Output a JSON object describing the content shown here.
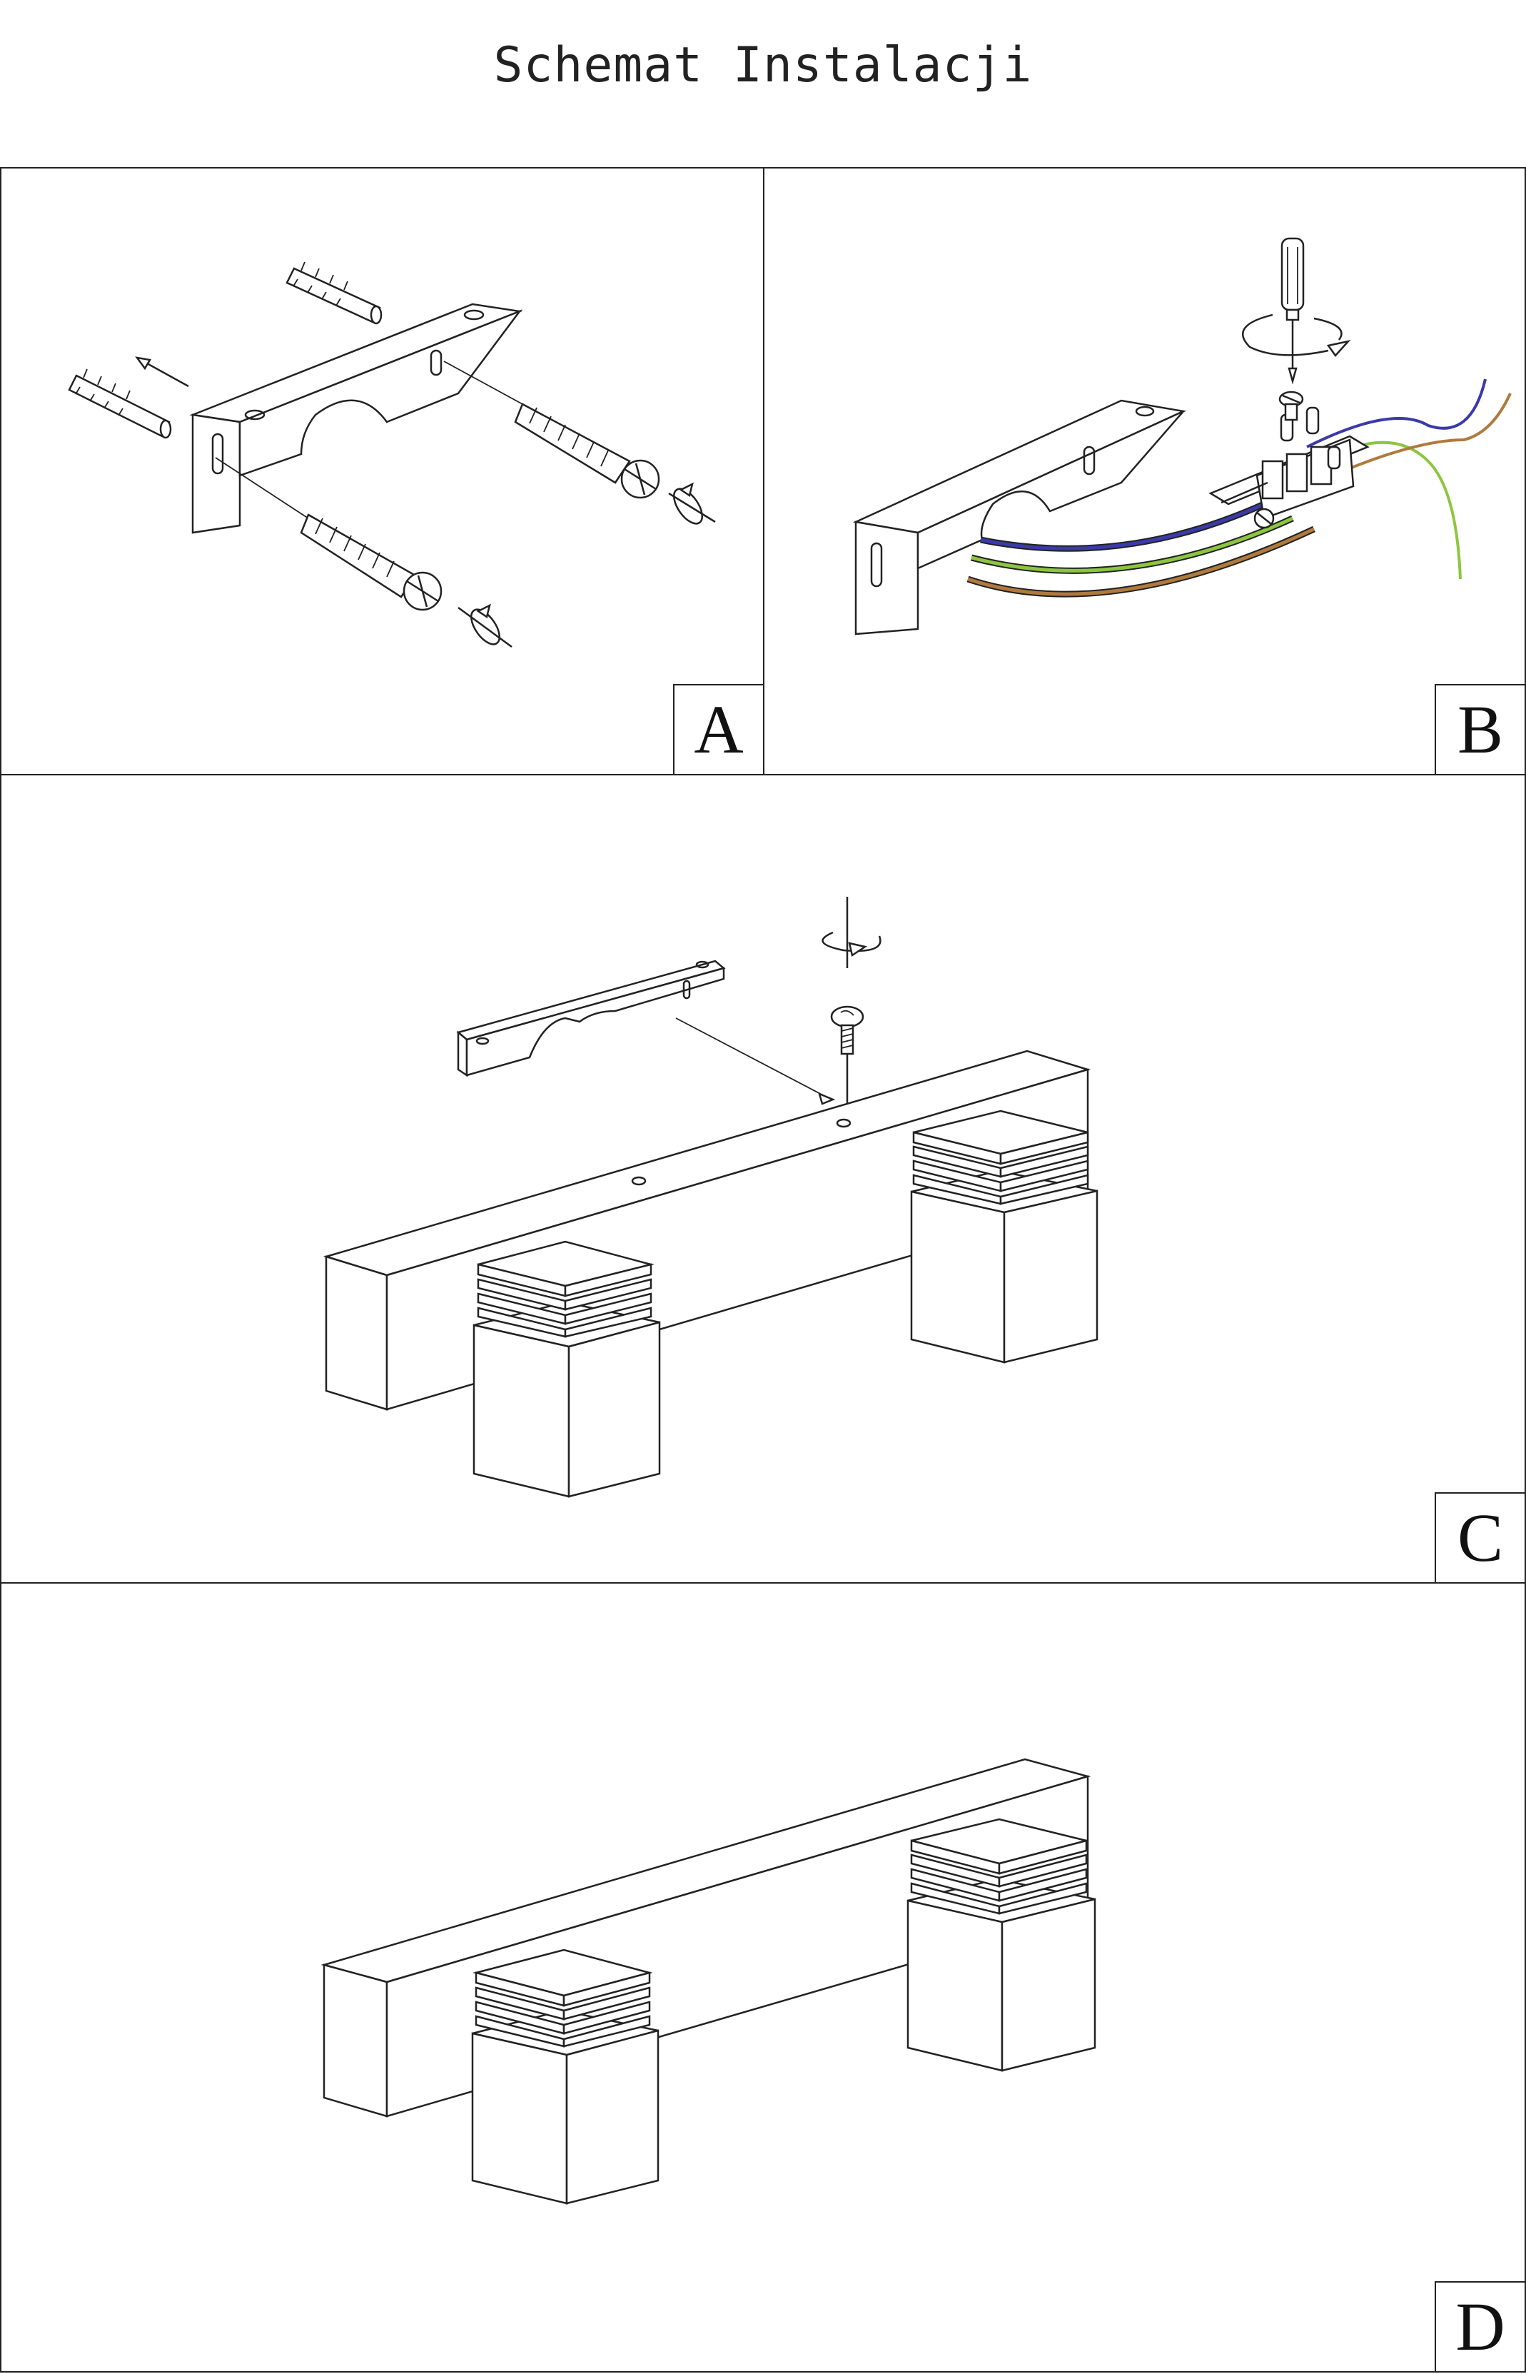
{
  "page": {
    "title": "Schemat Instalacji"
  },
  "panels": [
    {
      "id": "A",
      "label": "A"
    },
    {
      "id": "B",
      "label": "B"
    },
    {
      "id": "C",
      "label": "C"
    },
    {
      "id": "D",
      "label": "D"
    }
  ],
  "wire_colors": {
    "blue": "#3a3aa8",
    "green_yellow": "#8cc63f",
    "yellow": "#e8e25a",
    "brown": "#b07a3c"
  }
}
